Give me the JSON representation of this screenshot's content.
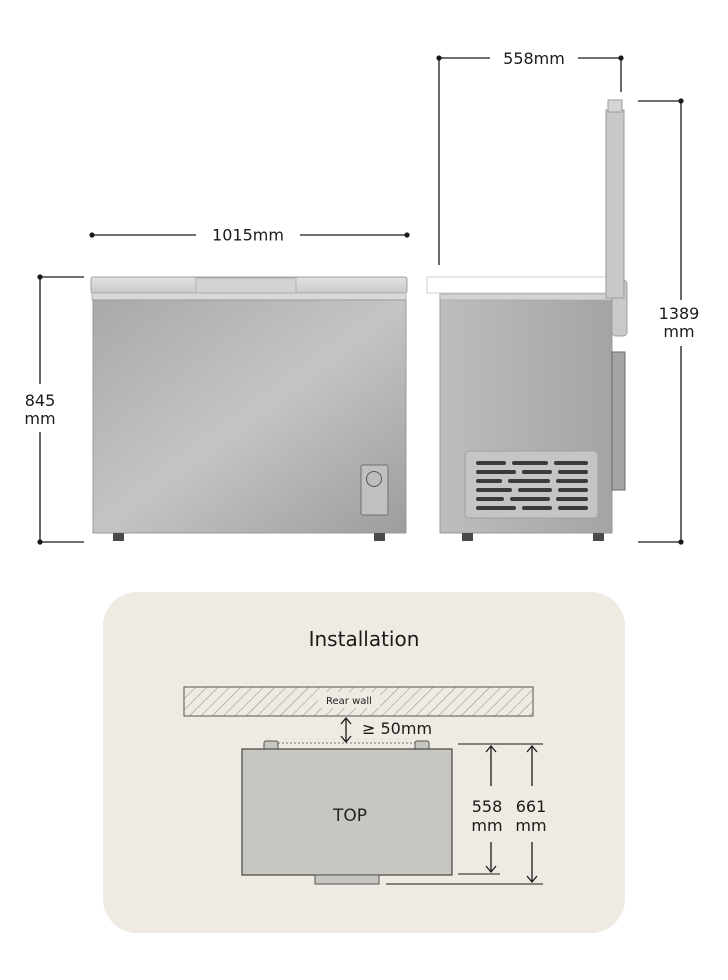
{
  "front_view": {
    "width_label": "1015mm",
    "height_value": "845",
    "height_unit": "mm"
  },
  "side_view": {
    "depth_label": "558mm",
    "open_height_value": "1389",
    "open_height_unit": "mm"
  },
  "installation": {
    "title": "Installation",
    "rear_wall_label": "Rear wall",
    "gap_label": "≥ 50mm",
    "top_label": "TOP",
    "depth_value": "558",
    "depth_unit": "mm",
    "total_depth_value": "661",
    "total_depth_unit": "mm"
  },
  "colors": {
    "body_gray": "#b3b3b3",
    "panel_beige": "#efebe3",
    "line": "#1a1a1a"
  }
}
